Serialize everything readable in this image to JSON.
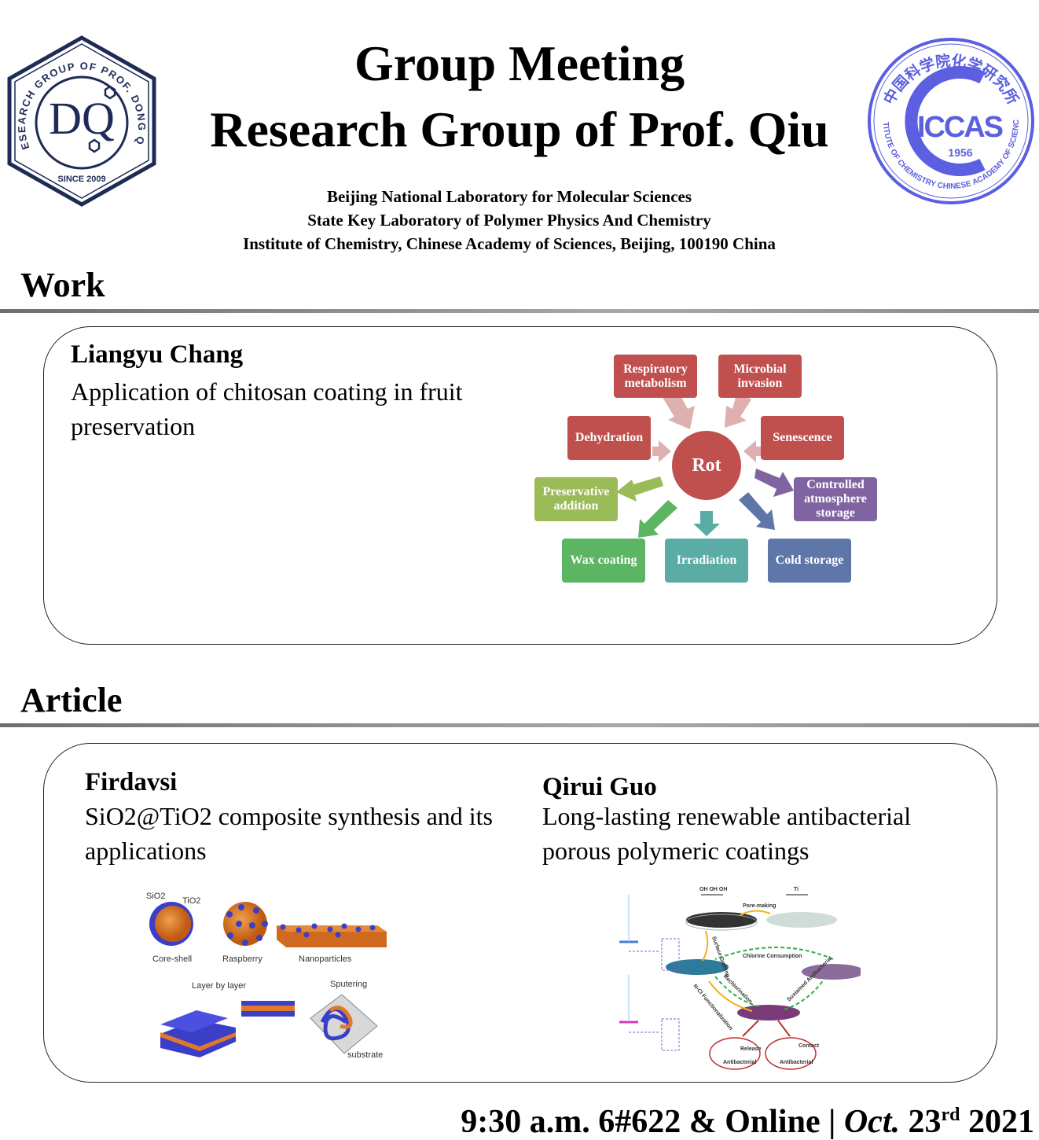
{
  "header": {
    "title_line1": "Group Meeting",
    "title_line2": "Research Group of Prof. Qiu",
    "affiliations": [
      "Beijing National Laboratory for Molecular Sciences",
      "State Key Laboratory of Polymer Physics And Chemistry",
      "Institute of Chemistry, Chinese Academy of Sciences, Beijing, 100190 China"
    ],
    "left_logo": {
      "icon": "research-group-logo",
      "ring_text": "RESEARCH GROUP OF PROF. DONG QIU",
      "since": "SINCE 2009",
      "monogram": "DQ",
      "color": "#1f2b57"
    },
    "right_logo": {
      "icon": "iccas-seal",
      "cn_text": "中国科学院化学研究所",
      "abbr": "ICCAS",
      "year": "1956",
      "en_text": "INSTITUTE OF CHEMISTRY CHINESE ACADEMY OF SCIENCES",
      "color": "#5b5fe0"
    }
  },
  "work": {
    "heading": "Work",
    "presenter": "Liangyu Chang",
    "topic": "Application of chitosan coating in fruit preservation",
    "diagram": {
      "center": "Rot",
      "causes": [
        "Respiratory metabolism",
        "Microbial invasion",
        "Dehydration",
        "Senescence"
      ],
      "methods": [
        "Preservative addition",
        "Controlled atmosphere storage",
        "Wax coating",
        "Irradiation",
        "Cold storage"
      ],
      "colors": {
        "cause": "#c0504d",
        "cause_arrow": "#deb0b0",
        "preservative": "#9bbb59",
        "wax": "#5cb562",
        "irradiation": "#5aaca5",
        "cold": "#5e76a8",
        "controlled": "#8064a2"
      }
    }
  },
  "article": {
    "heading": "Article",
    "items": [
      {
        "presenter": "Firdavsi",
        "topic": "SiO2@TiO2 composite synthesis and its applications",
        "figure_labels": [
          "Core-shell",
          "Raspberry",
          "Nanoparticles",
          "Layer by layer",
          "Sputering",
          "substrate",
          "SiO2",
          "TiO2"
        ]
      },
      {
        "presenter": "Qirui Guo",
        "topic": "Long-lasting renewable antibacterial porous polymeric coatings",
        "figure_labels": [
          "Pore-making",
          "Surface Grafting",
          "Chlorine Consumption",
          "Rechlorination",
          "N-Cl Functionalization",
          "Sustained Antibacterial",
          "Antibacterial",
          "Release",
          "Contact",
          "Ti",
          "OH OH OH"
        ]
      }
    ]
  },
  "footer": {
    "time_place": "9:30 a.m. 6#622 & Online | ",
    "month": "Oct.",
    "day": "23",
    "day_suffix": "rd",
    "year": " 2021"
  }
}
